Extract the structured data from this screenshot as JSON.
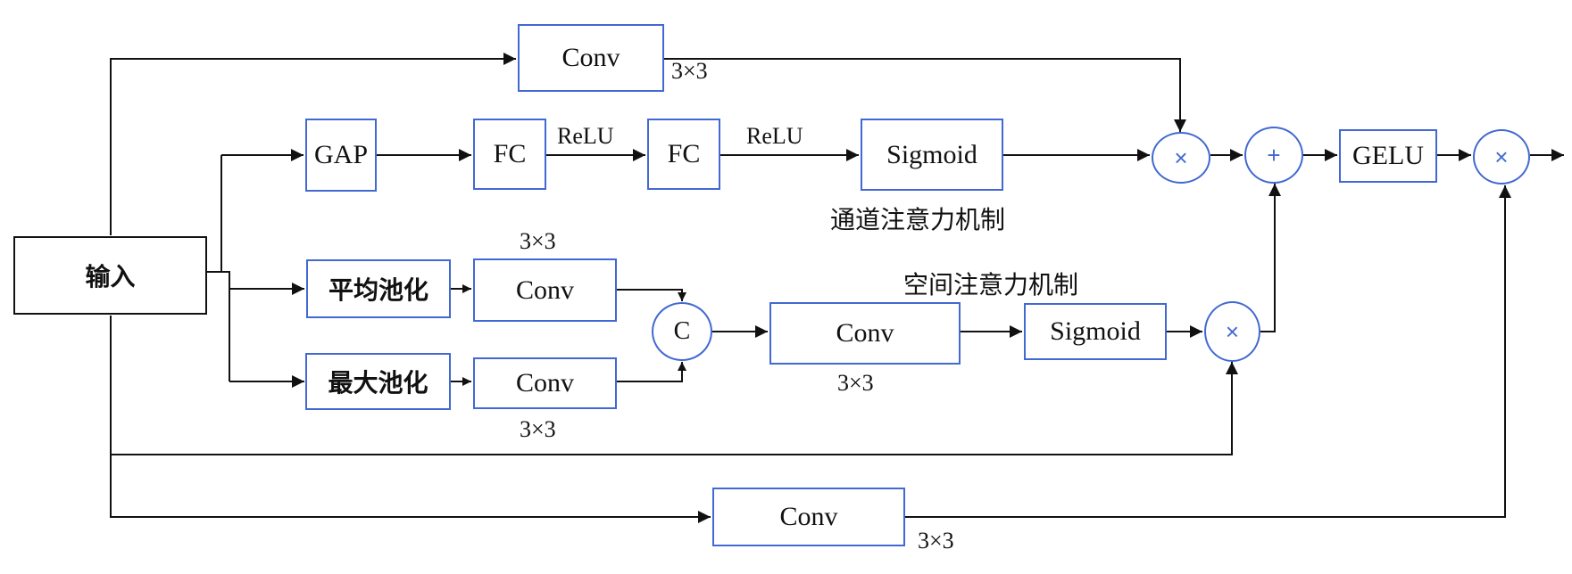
{
  "nodes": {
    "input": "输入",
    "conv_top": "Conv",
    "gap": "GAP",
    "fc1": "FC",
    "fc2": "FC",
    "sigmoid_channel": "Sigmoid",
    "avg_pool": "平均池化",
    "max_pool": "最大池化",
    "conv_avg": "Conv",
    "conv_max": "Conv",
    "concat": "C",
    "conv_spatial": "Conv",
    "sigmoid_spatial": "Sigmoid",
    "mult_channel": "×",
    "add": "+",
    "gelu": "GELU",
    "mult_final": "×",
    "mult_spatial": "×",
    "conv_bottom": "Conv"
  },
  "labels": {
    "kernel_conv_top": "3×3",
    "relu_1": "ReLU",
    "relu_2": "ReLU",
    "channel_attention": "通道注意力机制",
    "spatial_attention": "空间注意力机制",
    "kernel_conv_avg": "3×3",
    "kernel_conv_max": "3×3",
    "kernel_conv_spatial": "3×3",
    "kernel_conv_bottom": "3×3"
  },
  "colors": {
    "box_border": "#4169d1",
    "line": "#111111"
  }
}
